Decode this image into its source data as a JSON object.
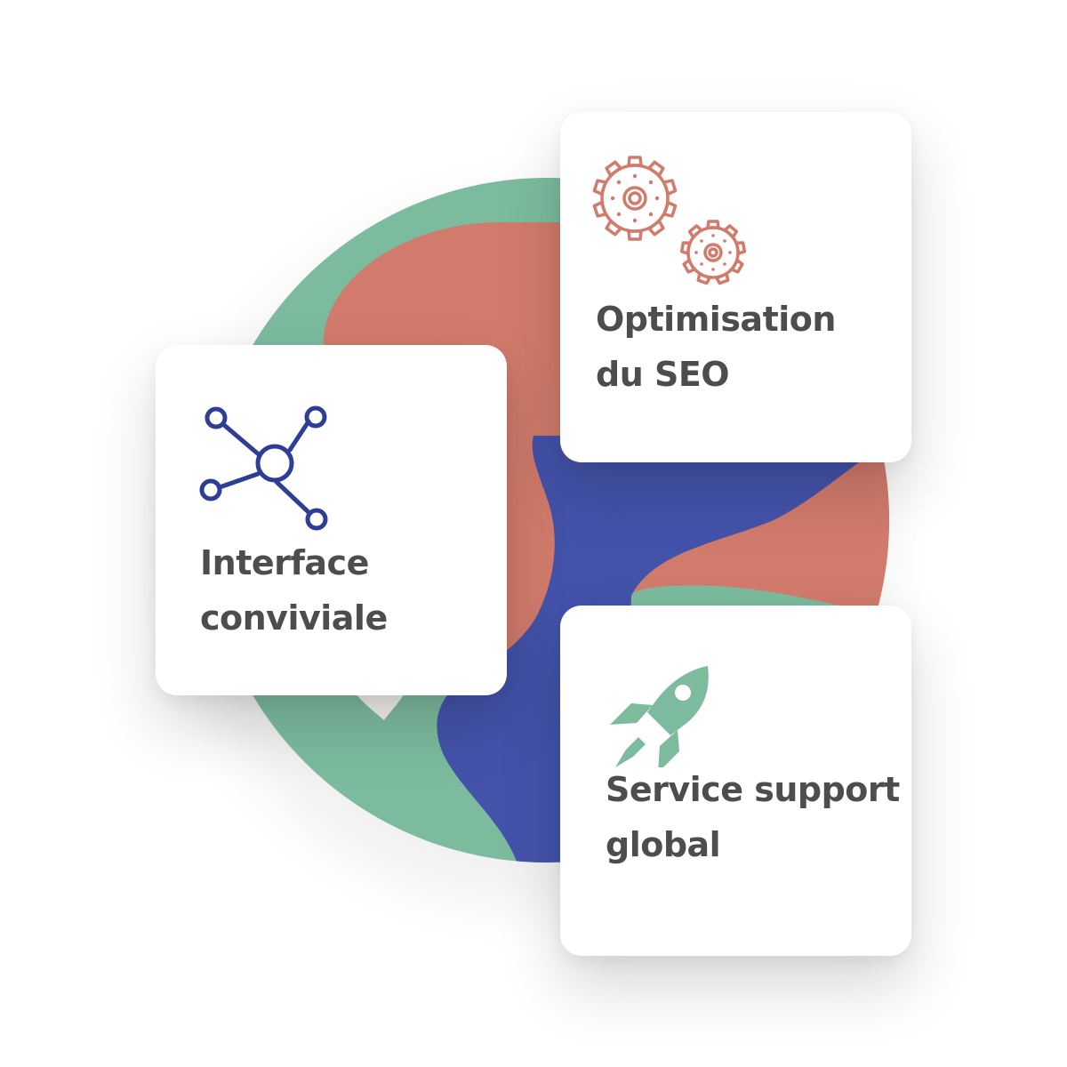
{
  "colors": {
    "green": "#7cbb9e",
    "coral": "#d17b6c",
    "blue": "#4453aa",
    "text": "#4d4d4d",
    "network_icon": "#2f3e95",
    "gear_icon": "#d17b6c",
    "rocket_icon": "#7cbb9e"
  },
  "cards": {
    "interface": {
      "icon": "network-icon",
      "title_line1": "Interface",
      "title_line2": "conviviale"
    },
    "seo": {
      "icon": "gears-icon",
      "title_line1": "Optimisation",
      "title_line2": "du SEO"
    },
    "support": {
      "icon": "rocket-icon",
      "title_line1": "Service support",
      "title_line2": "global"
    }
  }
}
